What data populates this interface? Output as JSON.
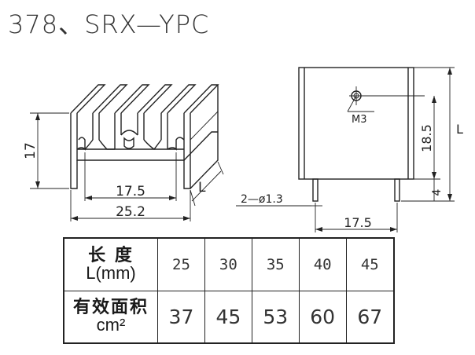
{
  "title": "378、SRX—YPC",
  "front_view": {
    "dim_height": "17",
    "dim_inner_width": "17.5",
    "dim_total_width": "25.2",
    "dim_length_label": "L"
  },
  "side_view": {
    "thread_label": "M3",
    "dim_hole_height": "18.5",
    "dim_length": "L",
    "dim_pin_length": "4",
    "pin_label": "2—ø1.3",
    "dim_pin_spacing": "17.5"
  },
  "table": {
    "row1_header_line1": "长  度",
    "row1_header_line2": "L(mm)",
    "row2_header_line1": "有效面积",
    "row2_header_line2": "cm²",
    "lengths": [
      "25",
      "30",
      "35",
      "40",
      "45"
    ],
    "areas": [
      "37",
      "45",
      "53",
      "60",
      "67"
    ]
  }
}
